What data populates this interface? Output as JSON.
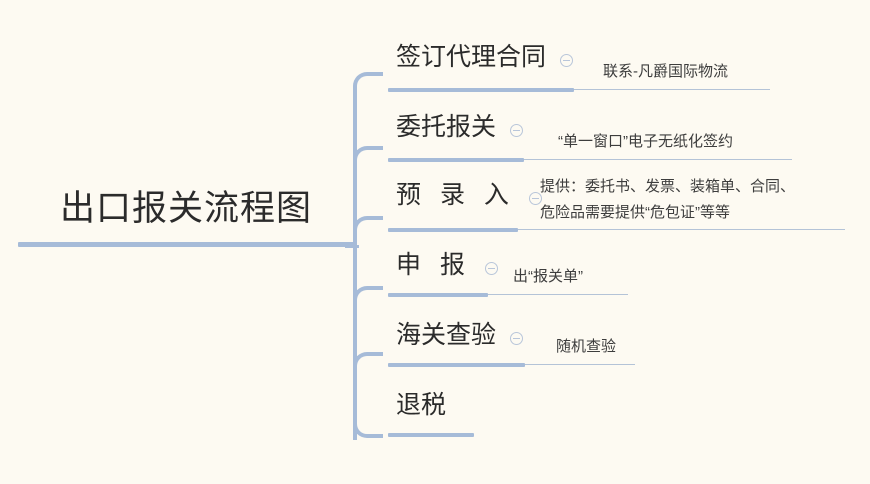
{
  "diagram": {
    "type": "mindmap",
    "title": "出口报关流程图",
    "background_color": "#fdfaf2",
    "line_color": "#a6bbd8",
    "text_color": "#2b2b2b",
    "collapse_icon": "minus-circle-icon"
  },
  "root": {
    "label": "出口报关流程图"
  },
  "branches": [
    {
      "label": "签订代理合同",
      "toggle": "collapse-toggle",
      "children": [
        {
          "text": "联系-凡爵国际物流"
        }
      ]
    },
    {
      "label": "委托报关",
      "toggle": "collapse-toggle",
      "children": [
        {
          "text": "“单一窗口”电子无纸化签约"
        }
      ]
    },
    {
      "label": "预 录 入",
      "toggle": "collapse-toggle",
      "children": [
        {
          "line1": "提供：委托书、发票、装箱单、合同、",
          "line2": "危险品需要提供“危包证”等等"
        }
      ]
    },
    {
      "label": "申 报",
      "toggle": "collapse-toggle",
      "children": [
        {
          "text": "出“报关单”"
        }
      ]
    },
    {
      "label": "海关查验",
      "toggle": "collapse-toggle",
      "children": [
        {
          "text": "随机查验"
        }
      ]
    },
    {
      "label": "退税",
      "toggle": null,
      "children": []
    }
  ]
}
